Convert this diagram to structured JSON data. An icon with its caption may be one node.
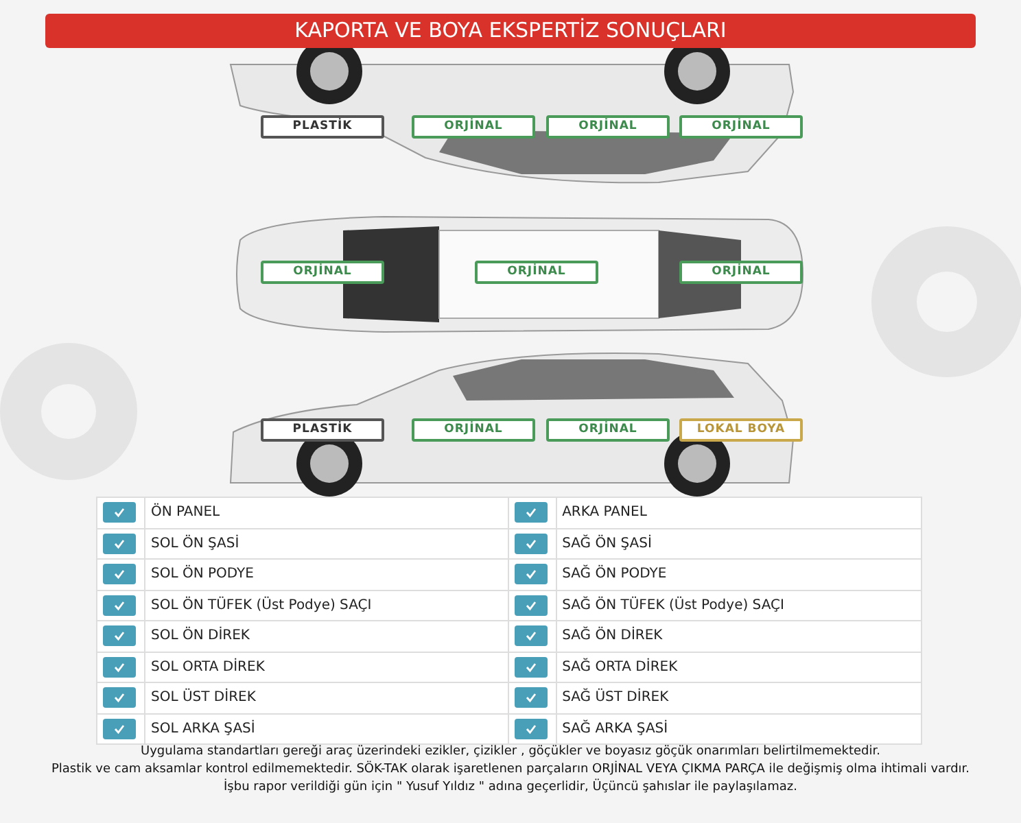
{
  "diagram": {
    "title": "KAPORTA VE BOYA EKSPERTİZ SONUÇLARI",
    "nodes": [
      {
        "text": [
          "PLASTİK"
        ]
      },
      {
        "text": [
          "ORJİNAL"
        ]
      },
      {
        "text": [
          "ORJİNAL"
        ]
      },
      {
        "text": [
          "ORJİNAL"
        ]
      },
      {
        "text": [
          "ORJİNAL"
        ]
      },
      {
        "text": [
          "ORJİNAL"
        ]
      },
      {
        "text": [
          "ORJİNAL"
        ]
      },
      {
        "text": [
          "PLASTİK"
        ]
      },
      {
        "text": [
          "ORJİNAL"
        ]
      },
      {
        "text": [
          "ORJİNAL"
        ]
      },
      {
        "text": [
          "LOKAL BOYA"
        ]
      }
    ],
    "labels": [
      "ÖN PANEL",
      "ARKA PANEL",
      "SOL ÖN ŞASİ",
      "SAĞ ÖN ŞASİ",
      "SOL ÖN PODYE",
      "SAĞ ÖN PODYE",
      "SOL ÖN TÜFEK (Üst Podye) SAÇI",
      "SAĞ ÖN TÜFEK (Üst Podye) SAÇI",
      "SOL ÖN DİREK",
      "SAĞ ÖN DİREK",
      "SOL ORTA DİREK",
      "SAĞ ORTA DİREK",
      "SOL ÜST DİREK",
      "SAĞ ÜST DİREK",
      "SOL ARKA ŞASİ",
      "SAĞ ARKA ŞASİ",
      "Uygulama standartları gereği araç üzerindeki ezikler, çizikler , göçükler ve boyasız göçük onarımları belirtilmemektedir.",
      "Plastik ve cam aksamlar kontrol edilmemektedir. SÖK-TAK olarak işaretlenen parçaların ORJİNAL VEYA ÇIKMA PARÇA ile değişmiş olma ihtimali vardır.",
      "İşbu rapor verildiği gün için \" Yusuf Yıldız \" adına geçerlidir, Üçüncü şahıslar ile paylaşılamaz."
    ]
  }
}
